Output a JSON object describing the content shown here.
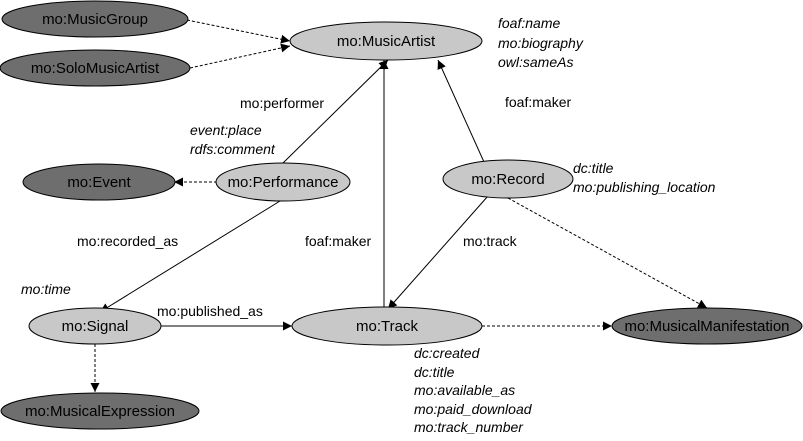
{
  "colors": {
    "class_fill": "#c8c8c8",
    "external_fill": "#6e6e6e",
    "stroke": "#000000"
  },
  "nodes": {
    "music_group": "mo:MusicGroup",
    "solo_music_artist": "mo:SoloMusicArtist",
    "music_artist": "mo:MusicArtist",
    "event": "mo:Event",
    "performance": "mo:Performance",
    "record": "mo:Record",
    "signal": "mo:Signal",
    "track": "mo:Track",
    "musical_manifestation": "mo:MusicalManifestation",
    "musical_expression": "mo:MusicalExpression"
  },
  "edges": {
    "performer": "mo:performer",
    "recorded_as": "mo:recorded_as",
    "track_maker": "foaf:maker",
    "record_maker": "foaf:maker",
    "record_track": "mo:track",
    "published_as": "mo:published_as"
  },
  "properties": {
    "music_artist": [
      "foaf:name",
      "mo:biography",
      "owl:sameAs"
    ],
    "performance": [
      "event:place",
      "rdfs:comment"
    ],
    "record": [
      "dc:title",
      "mo:publishing_location"
    ],
    "signal": [
      "mo:time"
    ],
    "track": [
      "dc:created",
      "dc:title",
      "mo:available_as",
      "mo:paid_download",
      "mo:track_number"
    ]
  }
}
